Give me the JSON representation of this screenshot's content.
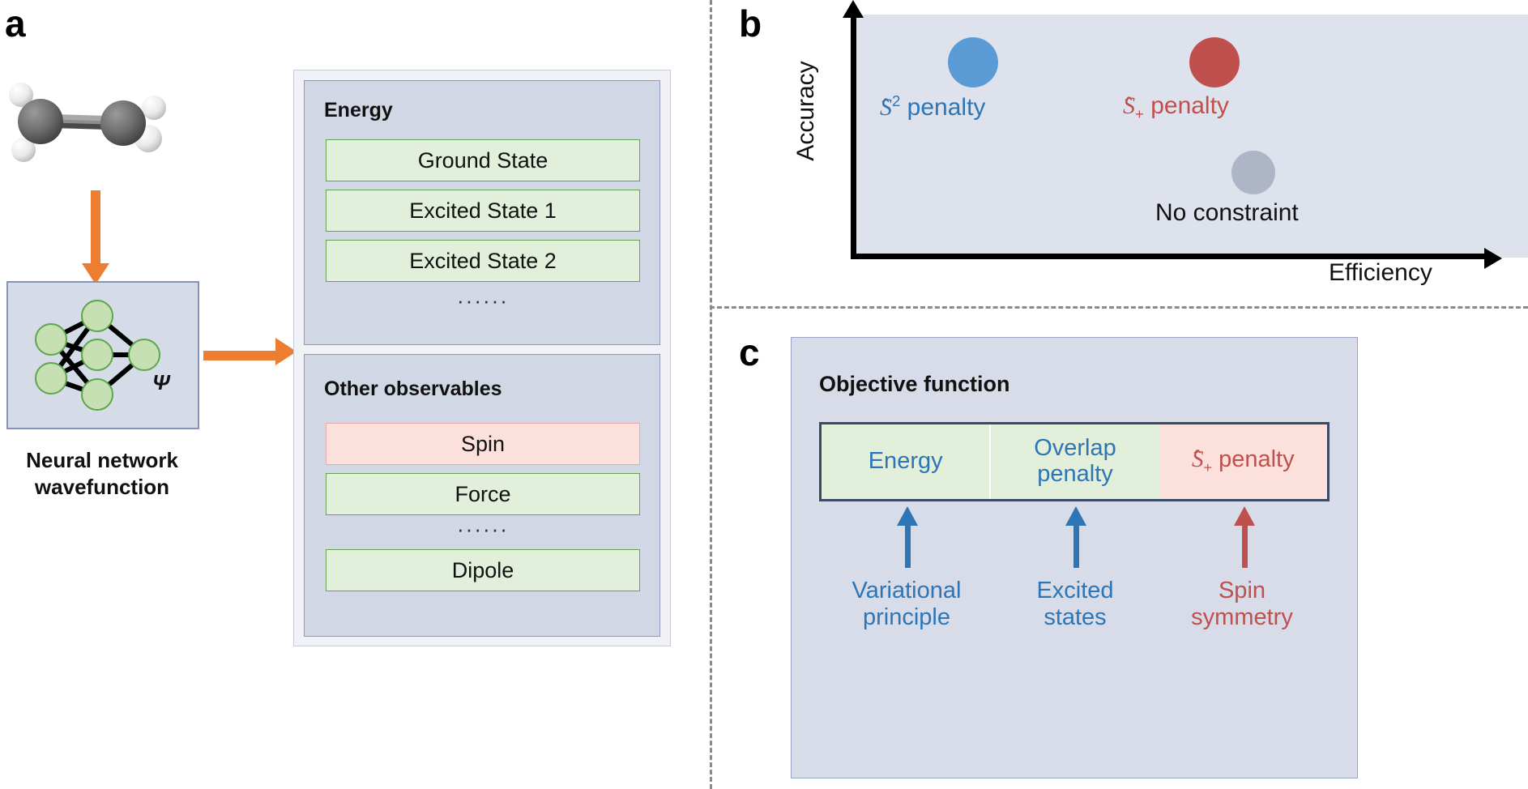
{
  "panels": {
    "a": {
      "letter": "a"
    },
    "b": {
      "letter": "b"
    },
    "c": {
      "letter": "c"
    }
  },
  "panel_a": {
    "molecule": {
      "name": "ethylene-molecule",
      "carbon_color": "#6E6E6E",
      "hydrogen_color": "#F2F2F2"
    },
    "nn_box": {
      "psi_label": "Ψ",
      "node_color": "#C6E0B4",
      "node_border": "#5BA74B",
      "box_fill": "#D6DBE8",
      "box_border": "#8494B6"
    },
    "nn_caption": "Neural network\nwavefunction",
    "arrow_color": "#ED7D31",
    "energy": {
      "title": "Energy",
      "rows": [
        {
          "label": "Ground State",
          "color": "green"
        },
        {
          "label": "Excited State 1",
          "color": "green"
        },
        {
          "label": "Excited State 2",
          "color": "green"
        }
      ],
      "ellipsis": "······"
    },
    "observables": {
      "title": "Other observables",
      "rows": [
        {
          "label": "Spin",
          "color": "pink"
        },
        {
          "label": "Force",
          "color": "green"
        }
      ],
      "ellipsis": "······",
      "last_row": {
        "label": "Dipole",
        "color": "green"
      }
    }
  },
  "chart_data": {
    "type": "scatter",
    "title": "",
    "xlabel": "Efficiency",
    "ylabel": "Accuracy",
    "xlim": [
      0,
      1
    ],
    "ylim": [
      0,
      1
    ],
    "grid": false,
    "legend": "none",
    "axis_style": "arrow-axes",
    "plot_background": "#DEE2EC",
    "points": [
      {
        "label": "Ŝ² penalty",
        "label_html": true,
        "x": 0.22,
        "y": 0.82,
        "color": "#5B9BD5",
        "radius_px": 30,
        "label_color": "#2E75B6"
      },
      {
        "label": "Ŝ₊ penalty",
        "label_html": true,
        "x": 0.6,
        "y": 0.82,
        "color": "#C0504D",
        "radius_px": 30,
        "label_color": "#C0504D"
      },
      {
        "label": "No constraint",
        "label_html": false,
        "x": 0.66,
        "y": 0.35,
        "color": "#AEB5C6",
        "radius_px": 26,
        "label_color": "#111111"
      }
    ]
  },
  "panel_b_labels": {
    "s2_penalty": {
      "symbol": "S",
      "sup": "2",
      "text": " penalty"
    },
    "splus_penalty": {
      "symbol": "S",
      "sub": "+",
      "text": " penalty"
    },
    "no_constraint": "No constraint"
  },
  "panel_c": {
    "title": "Objective function",
    "terms": [
      {
        "label": "Energy",
        "color": "green",
        "text_color": "#2E75B6"
      },
      {
        "label": "Overlap\npenalty",
        "color": "green",
        "text_color": "#2E75B6"
      },
      {
        "label": "Ŝ₊ penalty",
        "color": "pink",
        "text_color": "#C0504D"
      }
    ],
    "term3": {
      "symbol": "S",
      "sub": "+",
      "text": " penalty"
    },
    "footers": [
      {
        "label": "Variational\nprinciple",
        "color": "#2E75B6"
      },
      {
        "label": "Excited\nstates",
        "color": "#2E75B6"
      },
      {
        "label": "Spin\nsymmetry",
        "color": "#C0504D"
      }
    ]
  }
}
